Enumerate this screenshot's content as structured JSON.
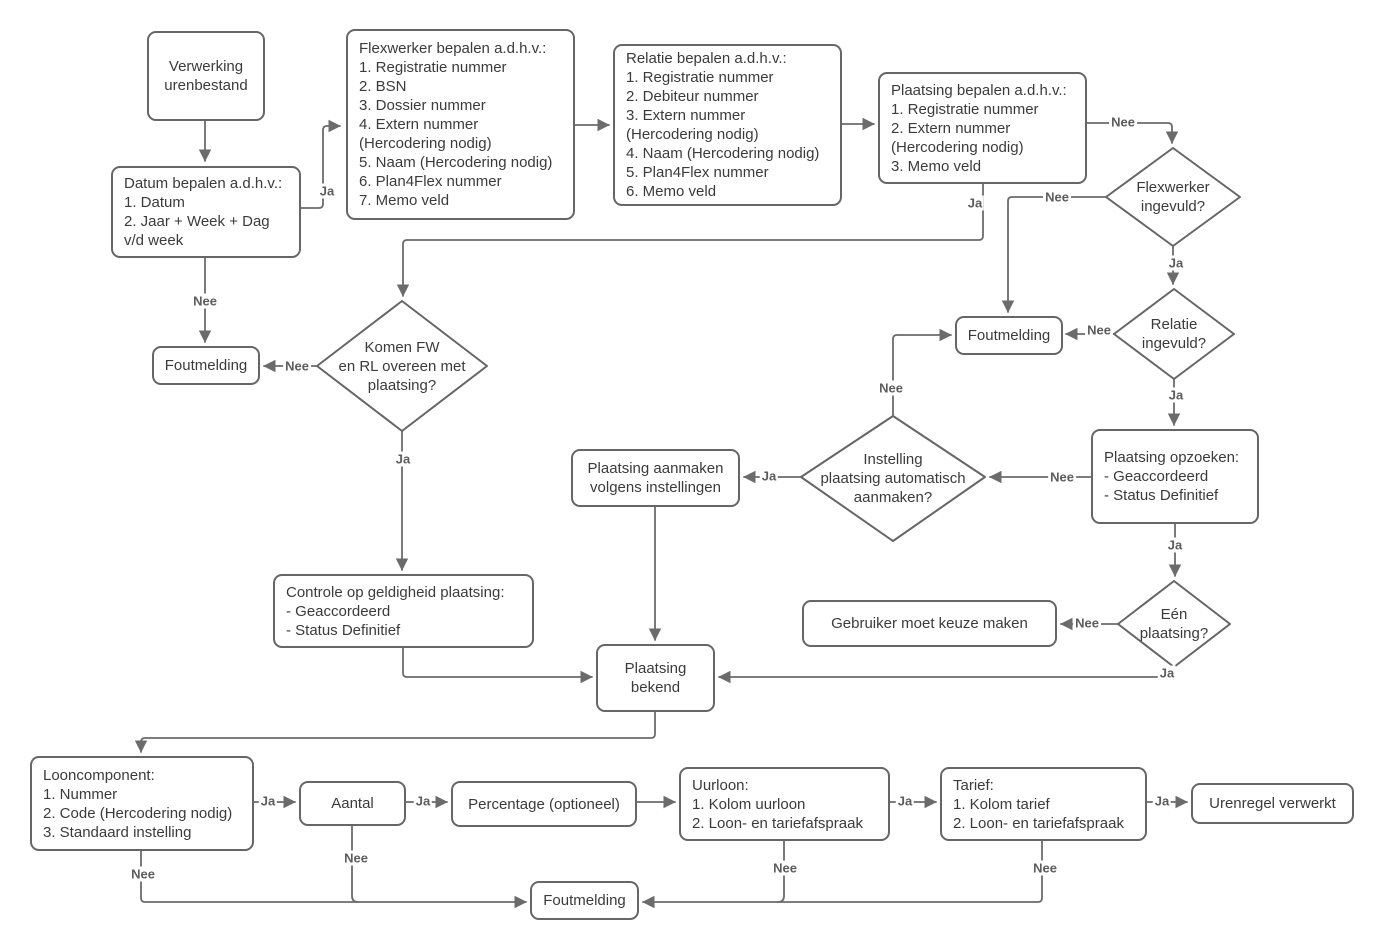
{
  "diagram": {
    "title": "Verwerking urenbestand flowchart",
    "background_color": "#ffffff",
    "stroke_color": "#6b6b6b",
    "text_color": "#3b3b3b",
    "label_color": "#5d5d5d"
  },
  "labels": {
    "ja": "Ja",
    "nee": "Nee"
  },
  "nodes": {
    "verwerking": {
      "type": "process",
      "text": "Verwerking\nurenbestand"
    },
    "datum": {
      "type": "process",
      "text": "Datum bepalen a.d.h.v.:\n1. Datum\n2. Jaar + Week + Dag\nv/d week"
    },
    "flexwerker": {
      "type": "process",
      "text": "Flexwerker bepalen a.d.h.v.:\n1. Registratie nummer\n2. BSN\n3. Dossier nummer\n4. Extern nummer\n(Hercodering nodig)\n5. Naam (Hercodering nodig)\n6. Plan4Flex nummer\n7. Memo veld"
    },
    "relatie": {
      "type": "process",
      "text": "Relatie bepalen a.d.h.v.:\n1. Registratie nummer\n2. Debiteur nummer\n3. Extern nummer\n(Hercodering nodig)\n4. Naam (Hercodering nodig)\n5. Plan4Flex nummer\n6. Memo veld"
    },
    "plaatsing_bepalen": {
      "type": "process",
      "text": "Plaatsing bepalen a.d.h.v.:\n1. Registratie nummer\n2. Extern nummer\n(Hercodering nodig)\n3. Memo veld"
    },
    "flexwerker_ingevuld": {
      "type": "decision",
      "text": "Flexwerker\ningevuld?"
    },
    "relatie_ingevuld": {
      "type": "decision",
      "text": "Relatie\ningevuld?"
    },
    "foutmelding_links": {
      "type": "process",
      "text": "Foutmelding"
    },
    "foutmelding_rechts": {
      "type": "process",
      "text": "Foutmelding"
    },
    "komen_fw": {
      "type": "decision",
      "text": "Komen FW\nen RL overeen met\nplaatsing?"
    },
    "plaatsing_opzoeken": {
      "type": "process",
      "text": "Plaatsing opzoeken:\n- Geaccordeerd\n- Status Definitief"
    },
    "instelling": {
      "type": "decision",
      "text": "Instelling\nplaatsing automatisch\naanmaken?"
    },
    "plaatsing_aanmaken": {
      "type": "process",
      "text": "Plaatsing aanmaken\nvolgens instellingen"
    },
    "controle": {
      "type": "process",
      "text": "Controle op geldigheid plaatsing:\n- Geaccordeerd\n- Status Definitief"
    },
    "gebruiker": {
      "type": "process",
      "text": "Gebruiker moet keuze maken"
    },
    "plaatsing_bekend": {
      "type": "process",
      "text": "Plaatsing\nbekend"
    },
    "een_plaatsing": {
      "type": "decision",
      "text": "Eén\nplaatsing?"
    },
    "looncomponent": {
      "type": "process",
      "text": "Looncomponent:\n1. Nummer\n2. Code (Hercodering nodig)\n3. Standaard instelling"
    },
    "aantal": {
      "type": "process",
      "text": "Aantal"
    },
    "percentage": {
      "type": "process",
      "text": "Percentage (optioneel)"
    },
    "uurloon": {
      "type": "process",
      "text": "Uurloon:\n1. Kolom uurloon\n2. Loon- en tariefafspraak"
    },
    "tarief": {
      "type": "process",
      "text": "Tarief:\n1. Kolom tarief\n2. Loon- en tariefafspraak"
    },
    "urenregel": {
      "type": "process",
      "text": "Urenregel verwerkt"
    },
    "foutmelding_onder": {
      "type": "process",
      "text": "Foutmelding"
    }
  }
}
